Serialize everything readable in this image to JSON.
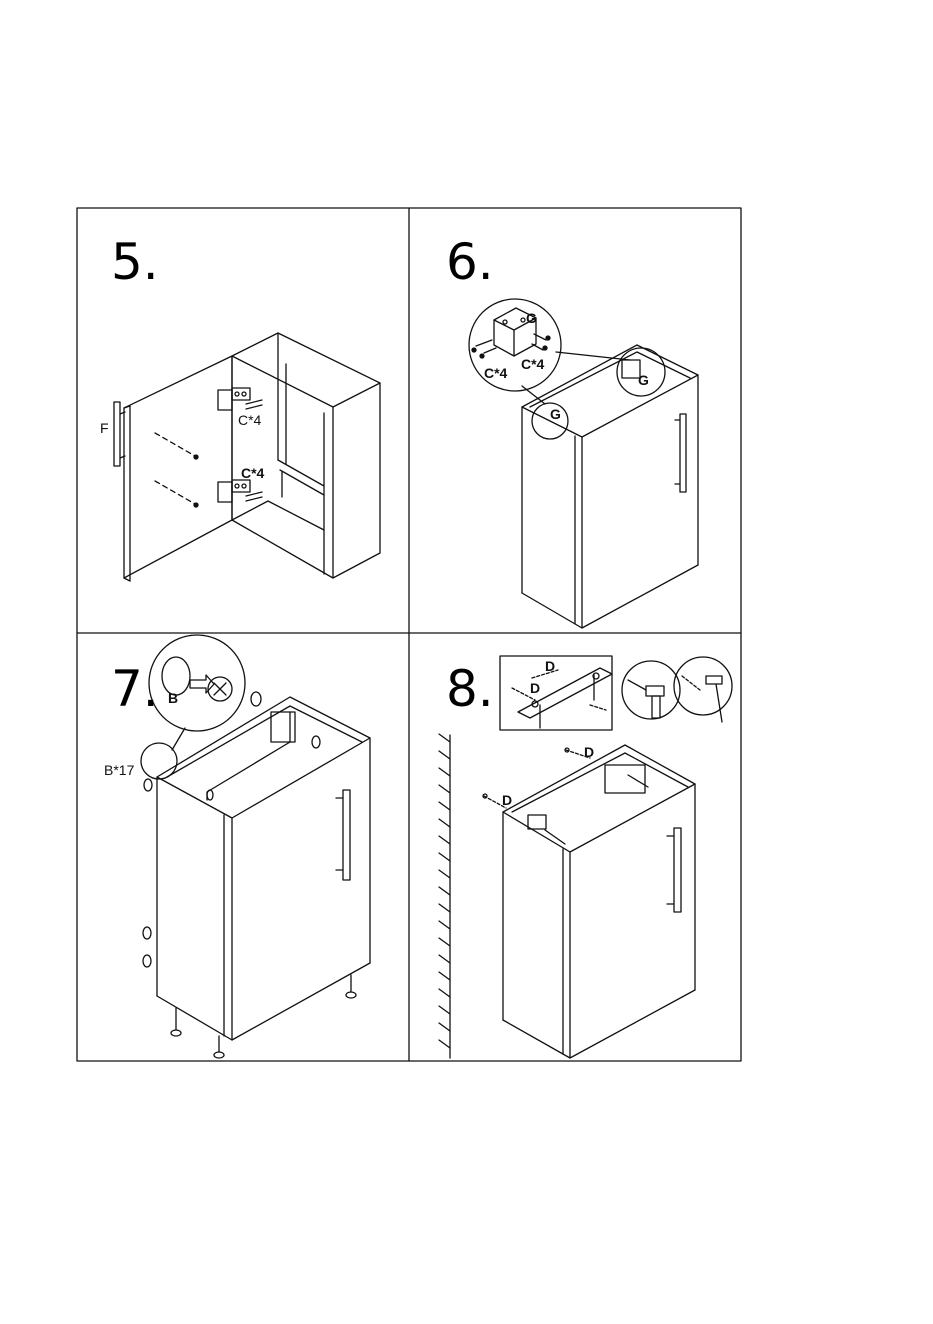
{
  "steps": [
    {
      "number": "5.",
      "labels": {
        "handle": "F",
        "hinge_top": "C*4",
        "hinge_bottom": "C*4"
      }
    },
    {
      "number": "6.",
      "labels": {
        "bracket_a": "G",
        "bracket_b": "G",
        "bracket_c": "G",
        "screws_a": "C*4",
        "screws_b": "C*4"
      }
    },
    {
      "number": "7.",
      "labels": {
        "cap_letter": "B",
        "caps": "B*17"
      }
    },
    {
      "number": "8.",
      "labels": {
        "plug_a": "D",
        "plug_b": "D",
        "plug_c": "D",
        "plug_d": "D"
      }
    }
  ]
}
